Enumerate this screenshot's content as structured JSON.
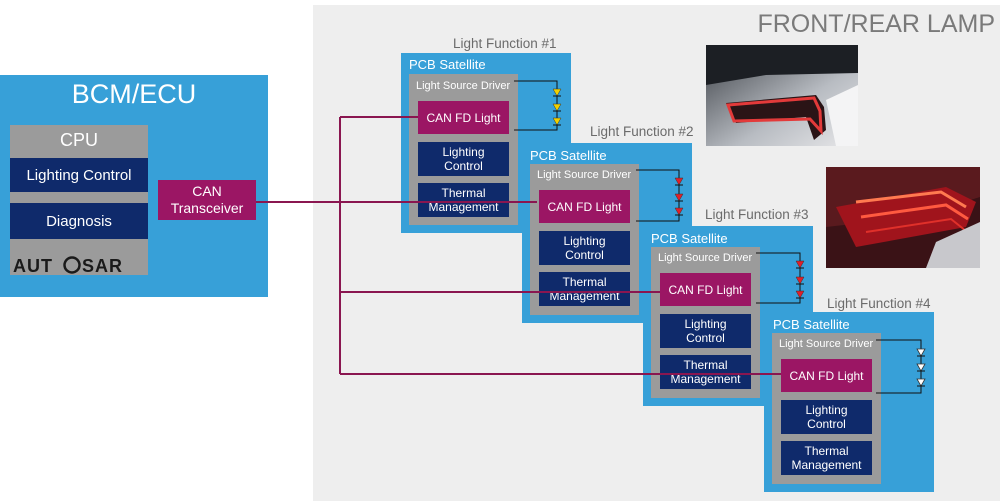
{
  "lamp": {
    "title": "FRONT/REAR LAMP"
  },
  "bcm": {
    "title": "BCM/ECU",
    "cpu_label": "CPU",
    "lighting_control": "Lighting Control",
    "diagnosis": "Diagnosis",
    "autosar": "AUTOSAR",
    "can_transceiver": "CAN Transceiver"
  },
  "functions": [
    {
      "label": "Light Function #1",
      "pcb": "PCB Satellite",
      "driver": "Light Source Driver",
      "can": "CAN FD Light",
      "control": "Lighting Control",
      "thermal": "Thermal Management",
      "led_color": "#f0d000"
    },
    {
      "label": "Light Function #2",
      "pcb": "PCB Satellite",
      "driver": "Light Source Driver",
      "can": "CAN FD Light",
      "control": "Lighting Control",
      "thermal": "Thermal Management",
      "led_color": "#e0202a"
    },
    {
      "label": "Light Function #3",
      "pcb": "PCB Satellite",
      "driver": "Light Source Driver",
      "can": "CAN FD Light",
      "control": "Lighting Control",
      "thermal": "Thermal Management",
      "led_color": "#e0202a"
    },
    {
      "label": "Light Function #4",
      "pcb": "PCB Satellite",
      "driver": "Light Source Driver",
      "can": "CAN FD Light",
      "control": "Lighting Control",
      "thermal": "Thermal Management",
      "led_color": "#ffffff"
    }
  ],
  "colors": {
    "blue": "#37a0d8",
    "navy": "#0f2a6b",
    "magenta": "#9b1664",
    "bus": "#8a1650",
    "gray": "#9b9b9b"
  }
}
